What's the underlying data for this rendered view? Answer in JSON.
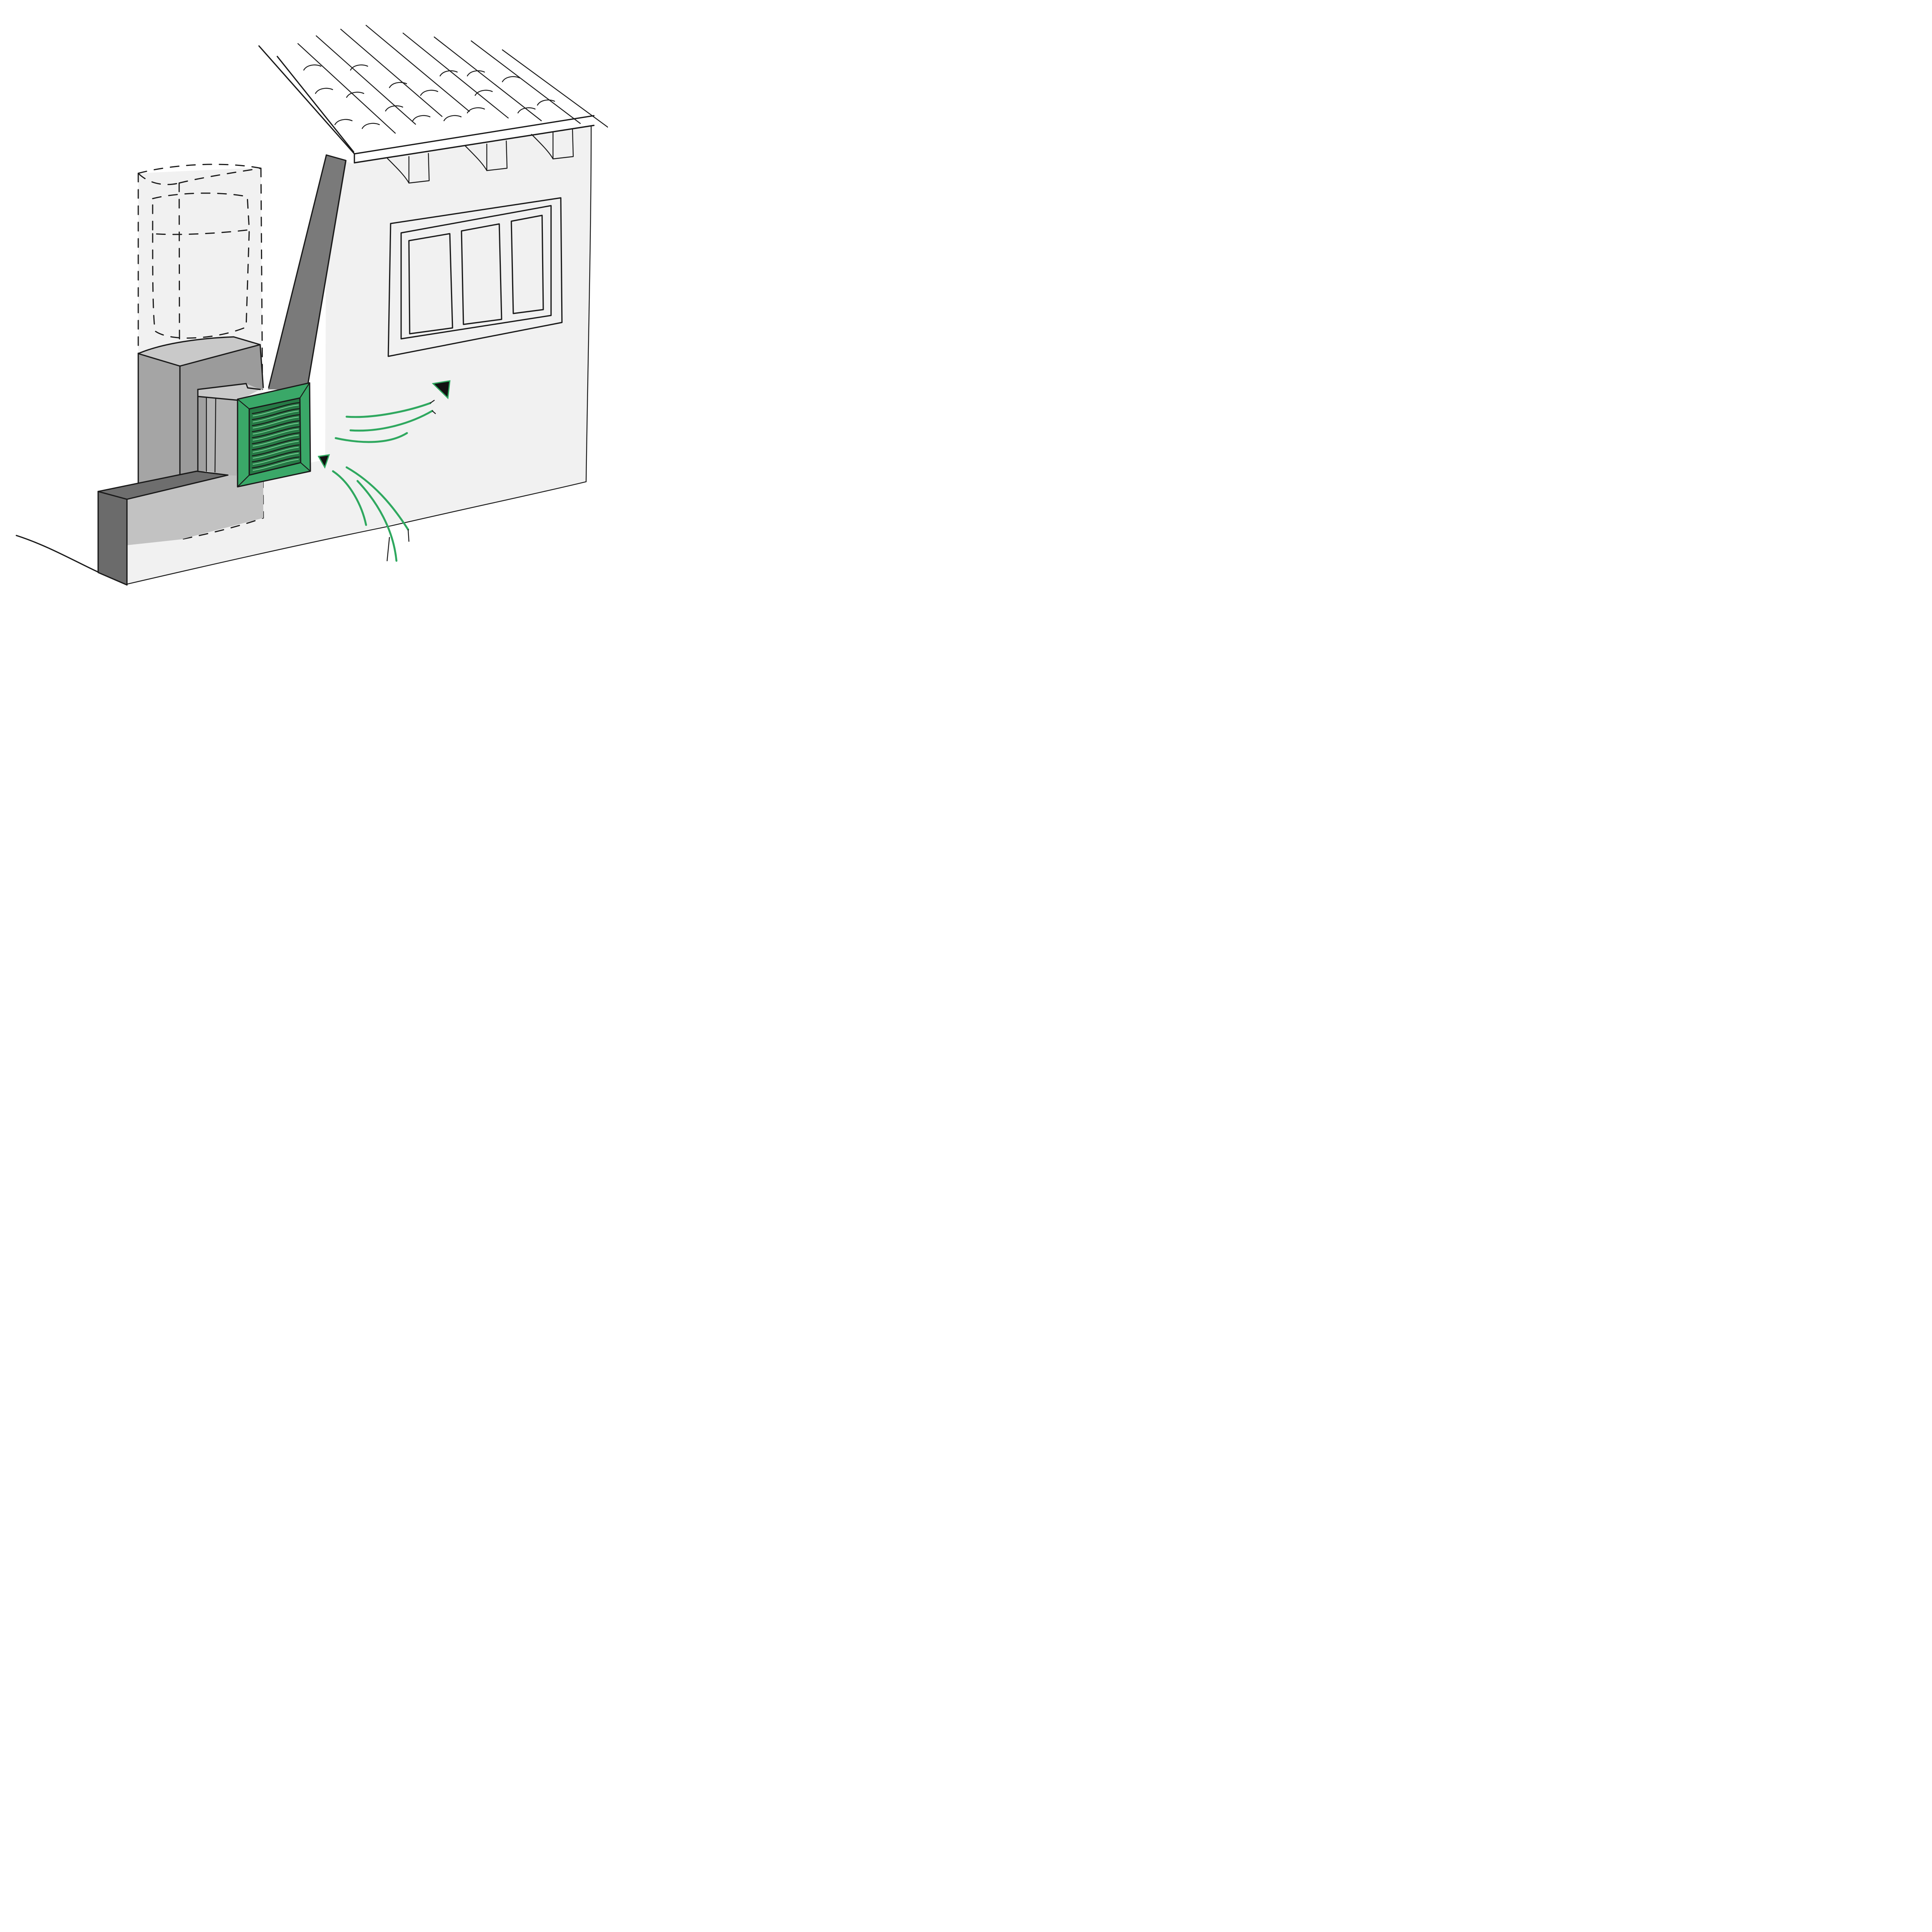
{
  "illustration": {
    "subject": "",
    "colors": {
      "wall": "#f1f1f1",
      "outline": "#1a1a1a",
      "downpipe": "#7a7a7a",
      "unit_front": "#a5a5a5",
      "unit_dark": "#6e6e6e",
      "unit_light": "#c2c2c2",
      "ghost_fill": "#efefef",
      "vent_green": "#3aa868",
      "vent_dark_green": "#1f6e3f",
      "airflow_green": "#2fa85f",
      "arrow": "#111111"
    },
    "icons": {
      "roof": "tiled-roof-icon",
      "window": "triple-window-icon",
      "downpipe": "downpipe-icon",
      "vent": "louvred-vent-icon",
      "airflow": "airflow-arrow-icon",
      "unit": "box-unit-icon"
    },
    "vent_slat_count": 10,
    "window_pane_count": 3,
    "airflow_arrow_count": 2
  }
}
